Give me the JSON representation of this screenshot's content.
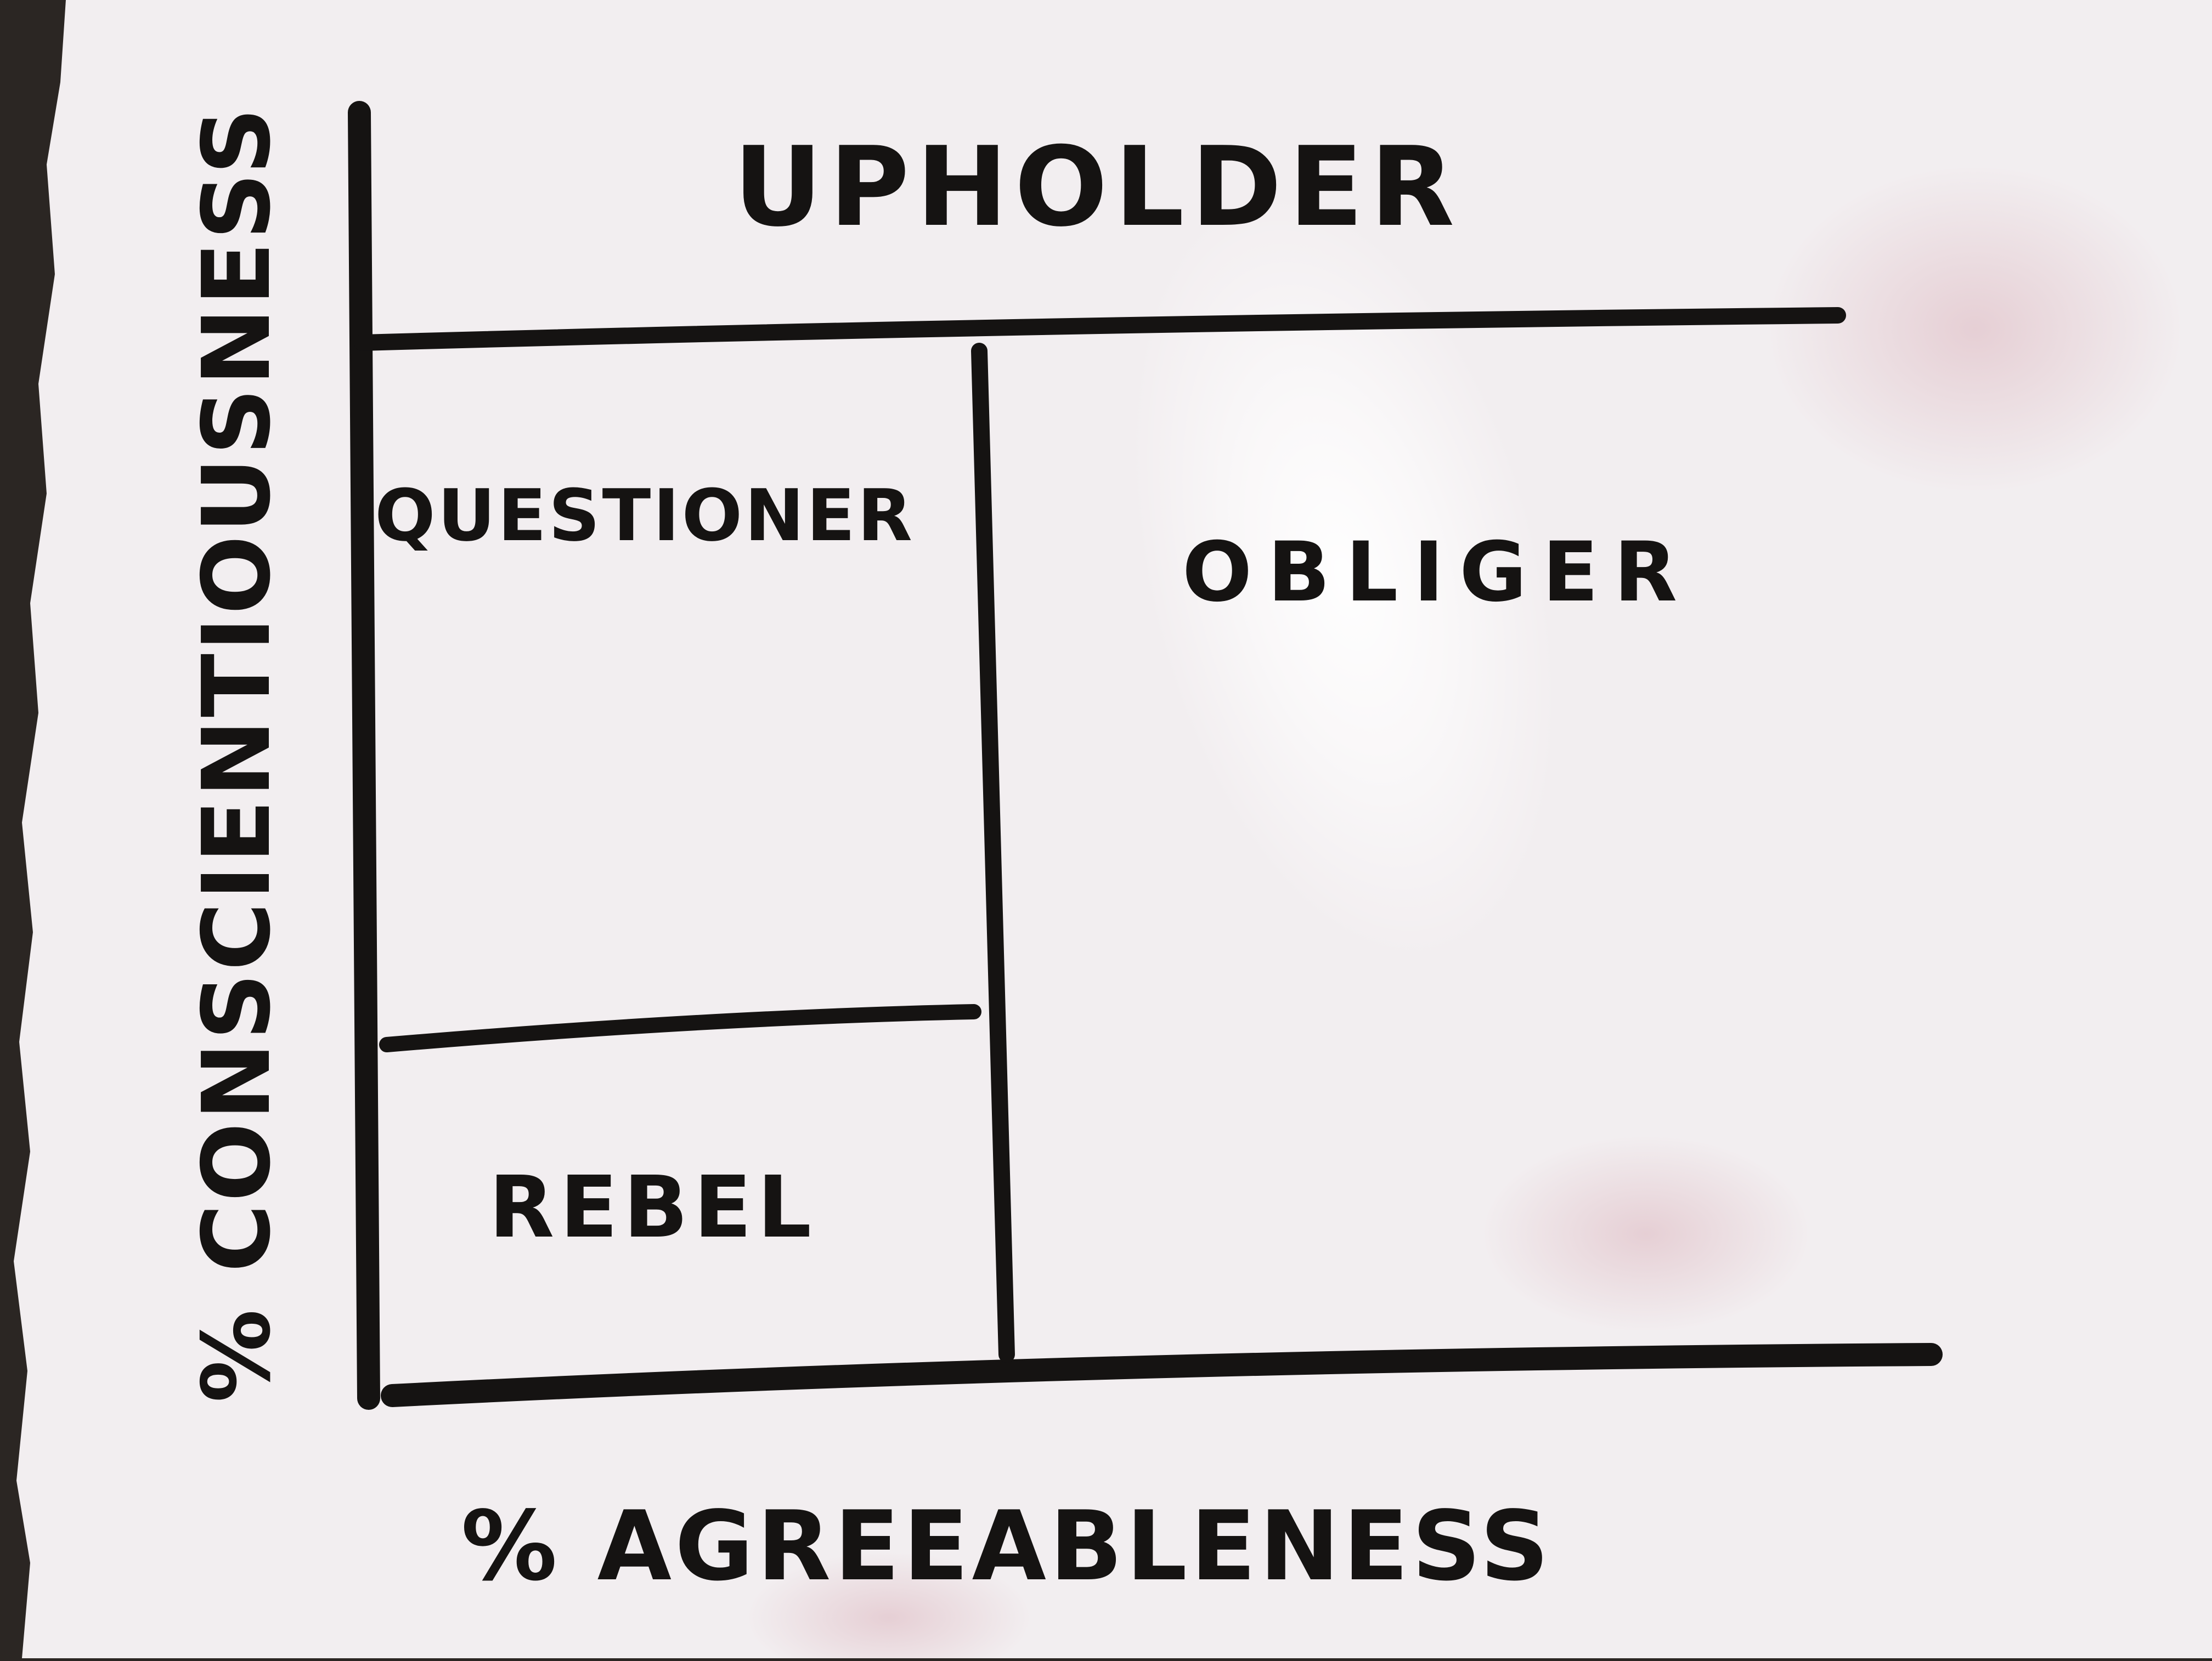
{
  "board": {
    "background_color": "#f2eef0",
    "marker_color": "#151312",
    "surface_color": "#2b2623"
  },
  "axes": {
    "y_label": "% CONSCIENTIOUSNESS",
    "x_label": "% AGREEABLENESS"
  },
  "regions": {
    "upholder": "UPHOLDER",
    "questioner": "QUESTIONER",
    "obliger": "OBLIGER",
    "rebel": "REBEL"
  }
}
